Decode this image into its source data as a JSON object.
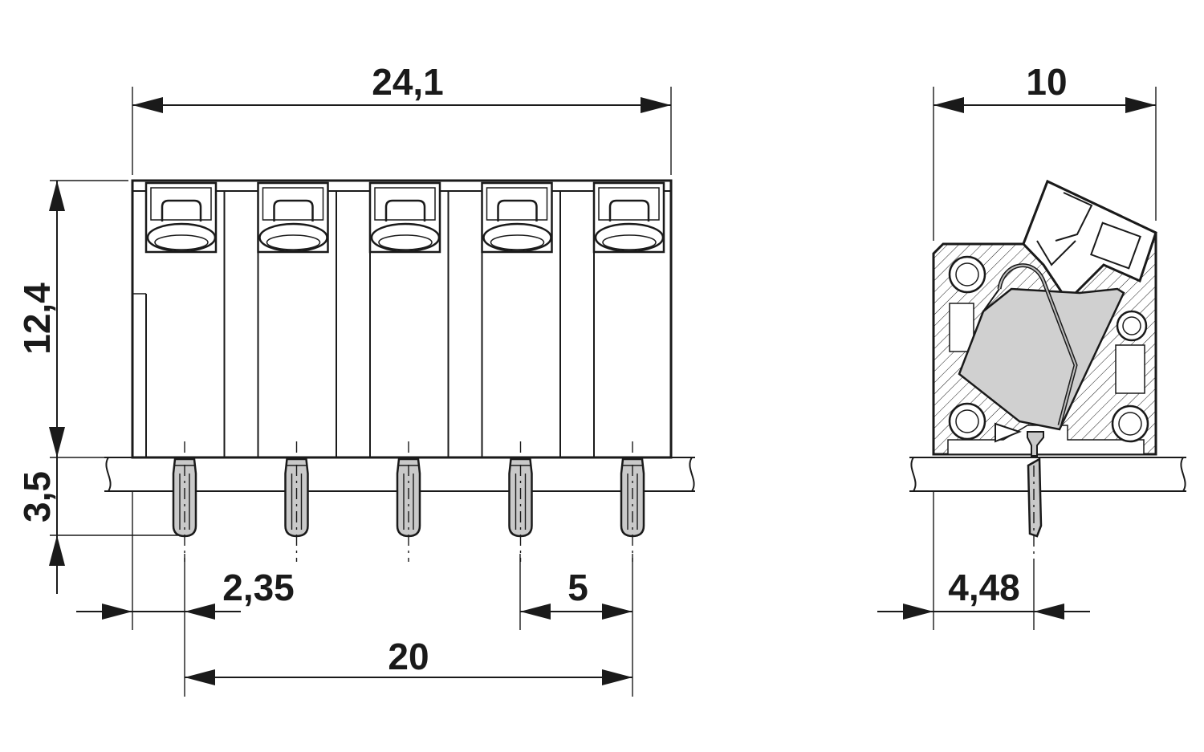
{
  "dimensions": {
    "front_width": "24,1",
    "front_height": "12,4",
    "pin_length": "3,5",
    "first_pin_offset": "2,35",
    "pitch": "5",
    "pin_span": "20",
    "side_depth": "10",
    "side_pin_offset": "4,48"
  },
  "pole_count": 5
}
